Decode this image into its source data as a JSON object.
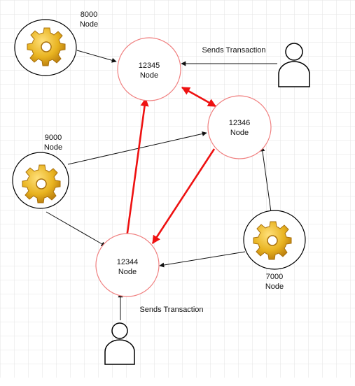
{
  "nodes": {
    "n12345": {
      "number": "12345",
      "label": "Node"
    },
    "n12346": {
      "number": "12346",
      "label": "Node"
    },
    "n12344": {
      "number": "12344",
      "label": "Node"
    }
  },
  "servers": {
    "s8000": {
      "port": "8000",
      "label": "Node"
    },
    "s9000": {
      "port": "9000",
      "label": "Node"
    },
    "s7000": {
      "port": "7000",
      "label": "Node"
    }
  },
  "users": {
    "top": {
      "caption": "Sends Transaction"
    },
    "bottom": {
      "caption": "Sends Transaction"
    }
  },
  "colors": {
    "node_border": "#f08080",
    "server_border": "#000000",
    "red_edge": "#ee1111",
    "black_edge": "#111111",
    "gear_fill": "#e8b320",
    "gear_dark": "#a8700c",
    "grid": "#e3e3e3"
  }
}
